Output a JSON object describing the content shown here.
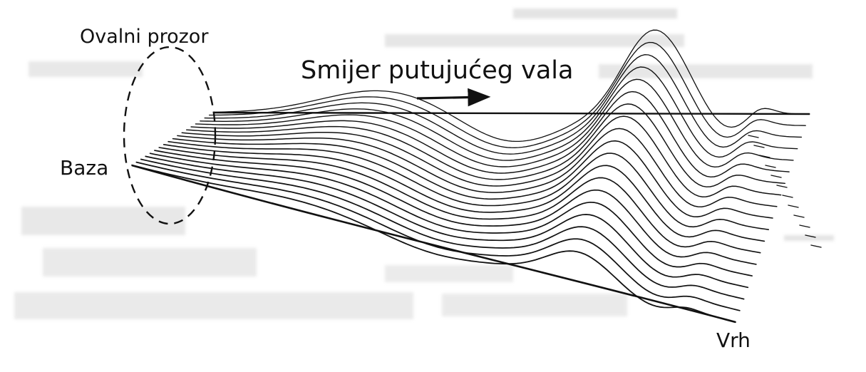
{
  "labels": {
    "oval_window": "Ovalni prozor",
    "wave_direction": "Smijer putujućeg vala",
    "base": "Baza",
    "apex": "Vrh"
  },
  "colors": {
    "ink": "#111111",
    "faded_background_text": "#c9c9c9",
    "page": "#ffffff"
  },
  "icons": {
    "direction_arrow": "arrow-right-icon"
  }
}
